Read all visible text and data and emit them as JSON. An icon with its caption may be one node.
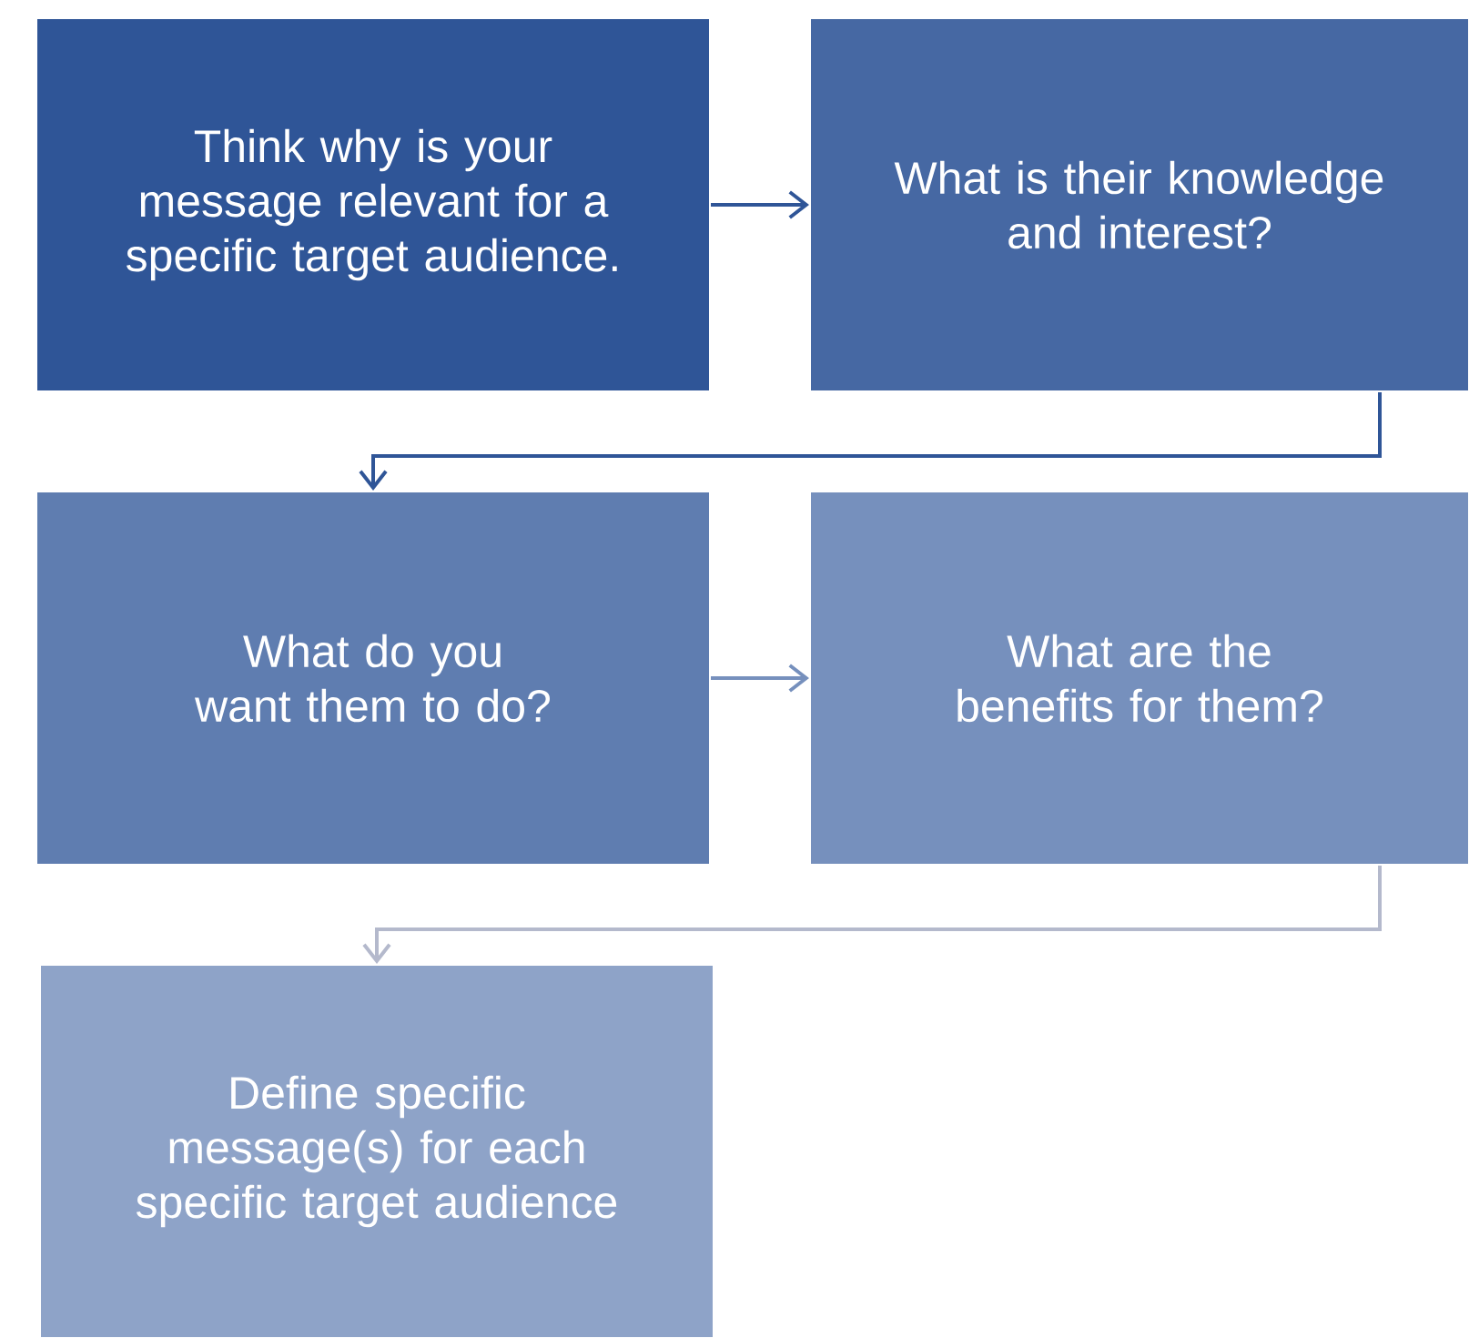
{
  "diagram": {
    "nodes": [
      {
        "text": [
          "Think why is your message relevant for a specific target audience."
        ]
      },
      {
        "text": [
          "What is their knowledge and interest?"
        ]
      },
      {
        "text": [
          "What do you want them to do?"
        ]
      },
      {
        "text": [
          "What are the benefits for them?"
        ]
      },
      {
        "text": [
          "Define specific message(s) for each specific target audience"
        ]
      }
    ],
    "edges": [
      {
        "from": 0,
        "to": 1,
        "arrow": "to",
        "color": "#2f5597"
      },
      {
        "from": 1,
        "to": 2,
        "arrow": "to",
        "color": "#2f5597"
      },
      {
        "from": 2,
        "to": 3,
        "arrow": "to",
        "color": "#7690bd"
      },
      {
        "from": 3,
        "to": 4,
        "arrow": "to",
        "color": "#b4b9cc"
      }
    ]
  }
}
